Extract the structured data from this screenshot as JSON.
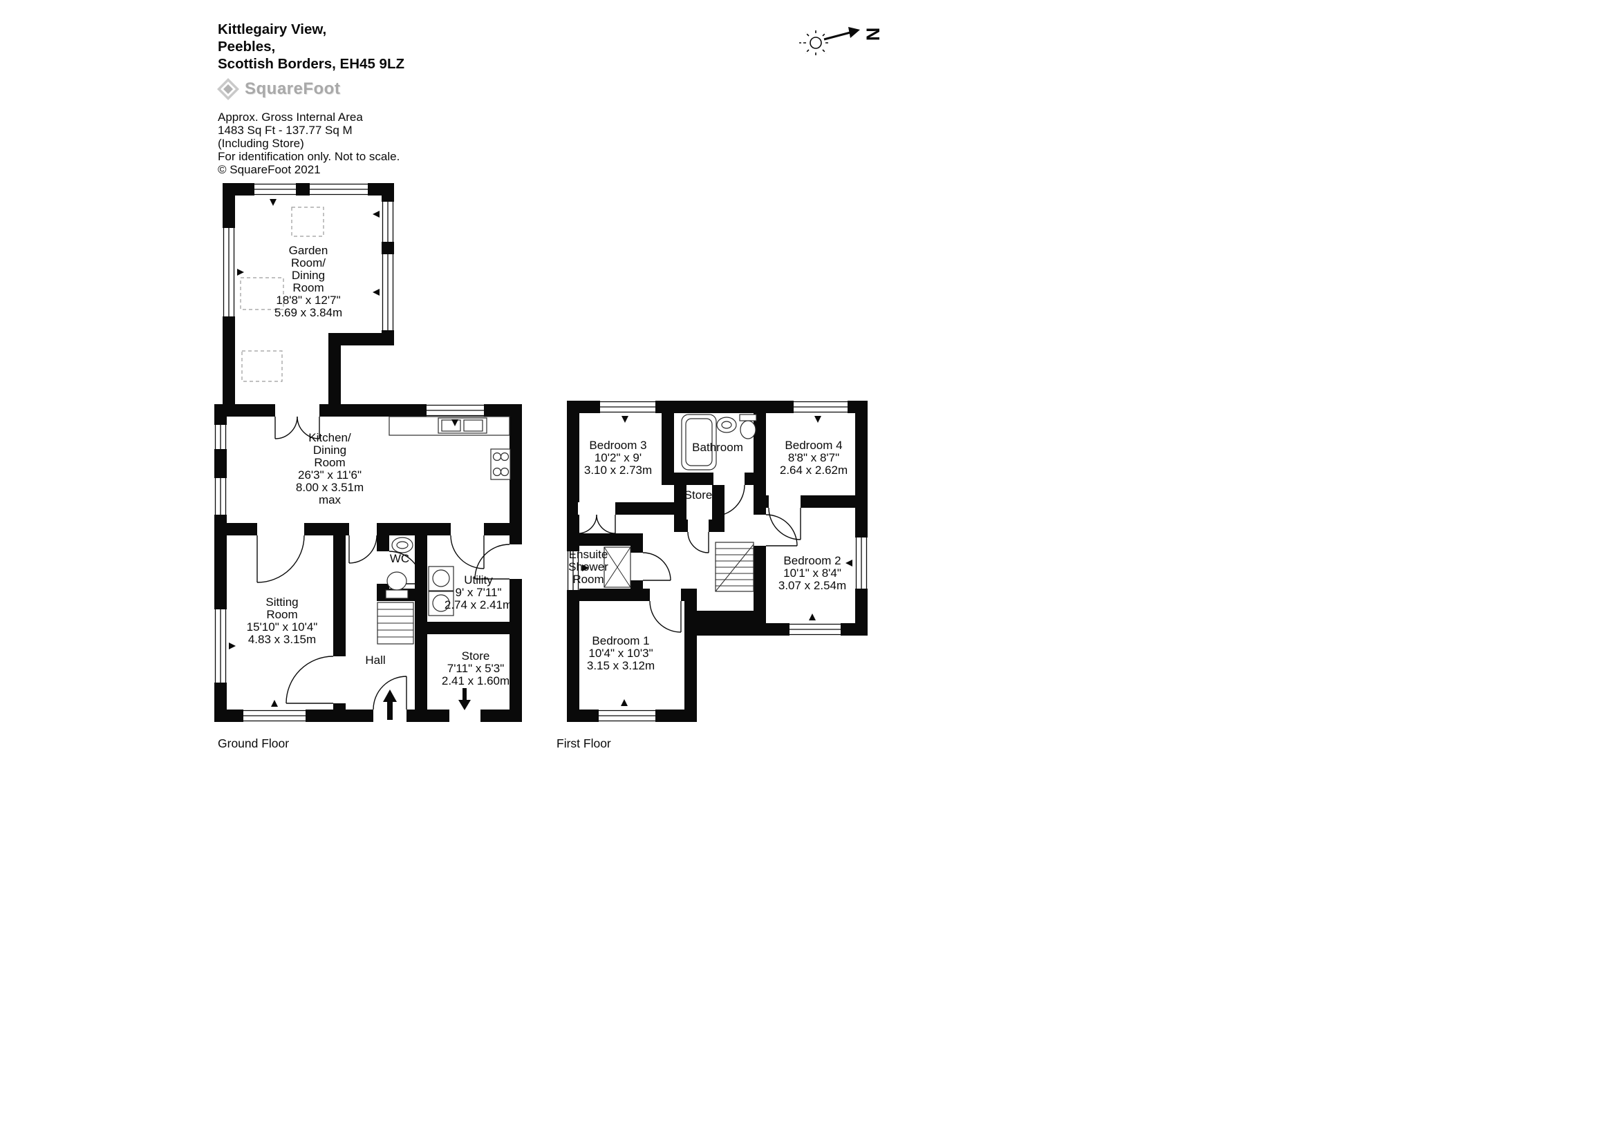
{
  "header": {
    "address_lines": [
      "Kittlegairy View,",
      "Peebles,",
      "Scottish Borders, EH45 9LZ"
    ],
    "brand": "SquareFoot",
    "area_title": "Approx. Gross Internal Area",
    "area_value": "1483 Sq Ft  -  137.77 Sq M",
    "area_note": "(Including Store)",
    "disclaimer": "For identification only. Not to scale.",
    "copyright": "© SquareFoot 2021"
  },
  "compass": {
    "north_label": "N"
  },
  "floors": {
    "ground": {
      "label": "Ground Floor",
      "rooms": {
        "garden_room": {
          "name_lines": [
            "Garden",
            "Room/",
            "Dining",
            "Room"
          ],
          "imperial": "18'8\" x 12'7\"",
          "metric": "5.69 x 3.84m"
        },
        "kitchen": {
          "name_lines": [
            "Kitchen/",
            "Dining",
            "Room"
          ],
          "imperial": "26'3\" x 11'6\"",
          "metric": "8.00 x 3.51m",
          "suffix": "max"
        },
        "sitting_room": {
          "name_lines": [
            "Sitting",
            "Room"
          ],
          "imperial": "15'10\" x 10'4\"",
          "metric": "4.83 x 3.15m"
        },
        "wc": {
          "name": "WC"
        },
        "utility": {
          "name": "Utility",
          "imperial": "9' x 7'11\"",
          "metric": "2.74 x 2.41m"
        },
        "hall": {
          "name": "Hall"
        },
        "store": {
          "name": "Store",
          "imperial": "7'11\" x 5'3\"",
          "metric": "2.41 x 1.60m"
        }
      }
    },
    "first": {
      "label": "First Floor",
      "rooms": {
        "bedroom_3": {
          "name": "Bedroom 3",
          "imperial": "10'2\" x 9'",
          "metric": "3.10 x 2.73m"
        },
        "bathroom": {
          "name": "Bathroom"
        },
        "bedroom_4": {
          "name": "Bedroom 4",
          "imperial": "8'8\" x 8'7\"",
          "metric": "2.64 x 2.62m"
        },
        "store": {
          "name": "Store"
        },
        "ensuite": {
          "name_lines": [
            "Ensuite",
            "Shower",
            "Room"
          ]
        },
        "bedroom_2": {
          "name": "Bedroom 2",
          "imperial": "10'1\" x 8'4\"",
          "metric": "3.07 x 2.54m"
        },
        "bedroom_1": {
          "name": "Bedroom 1",
          "imperial": "10'4\" x 10'3\"",
          "metric": "3.15 x 3.12m"
        }
      }
    }
  }
}
